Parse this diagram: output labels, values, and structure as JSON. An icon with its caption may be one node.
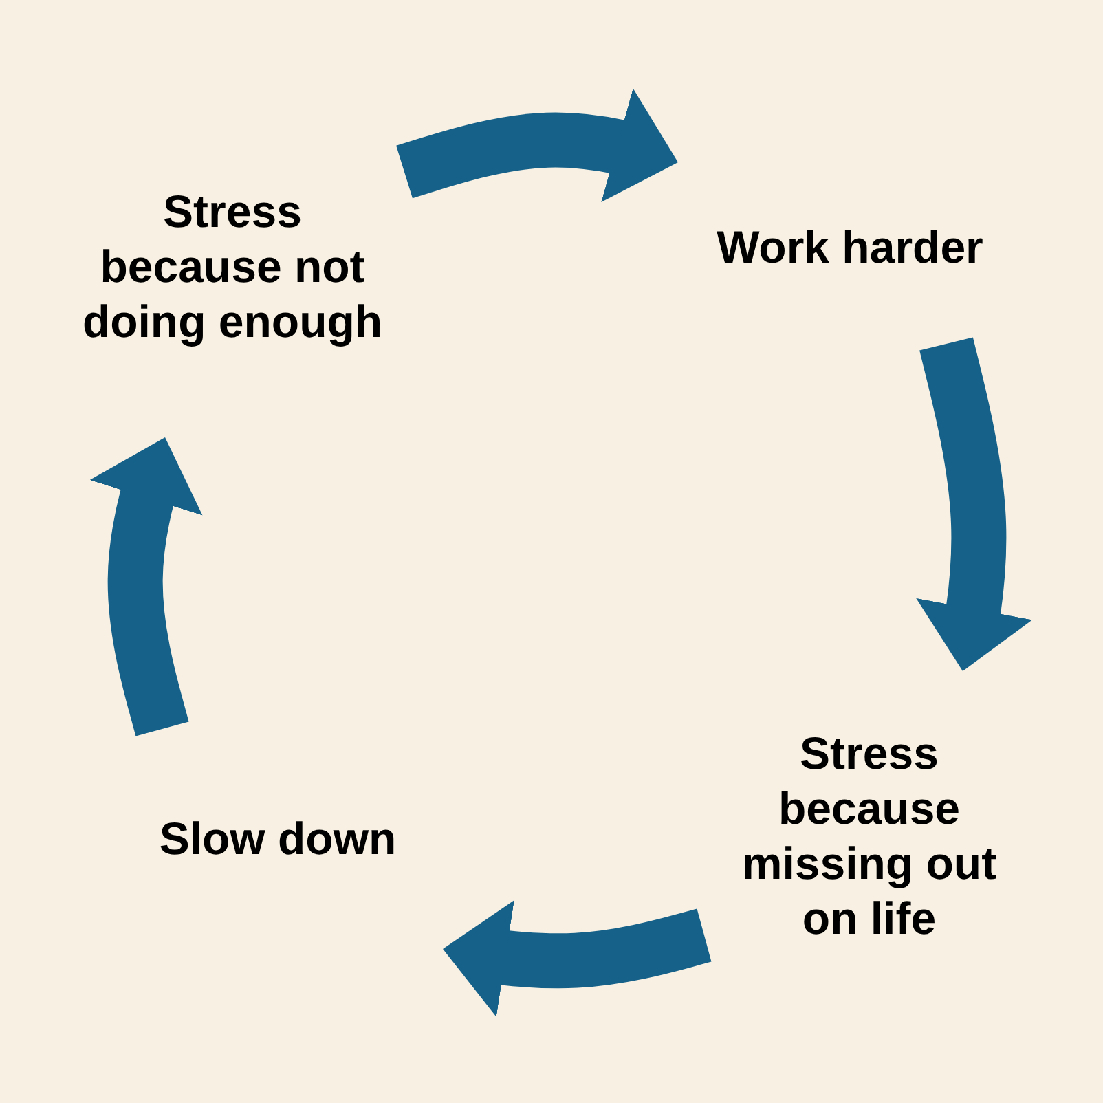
{
  "diagram": {
    "nodes": [
      {
        "text": [
          "Stress because not doing enough"
        ]
      },
      {
        "text": [
          "Work harder"
        ]
      },
      {
        "text": [
          "Stress because missing out on life"
        ]
      },
      {
        "text": [
          "Slow down"
        ]
      }
    ],
    "edges": [
      {
        "from": 0,
        "to": 1,
        "arrow": "to"
      },
      {
        "from": 1,
        "to": 2,
        "arrow": "to"
      },
      {
        "from": 2,
        "to": 3,
        "arrow": "to"
      },
      {
        "from": 3,
        "to": 0,
        "arrow": "to"
      }
    ]
  }
}
